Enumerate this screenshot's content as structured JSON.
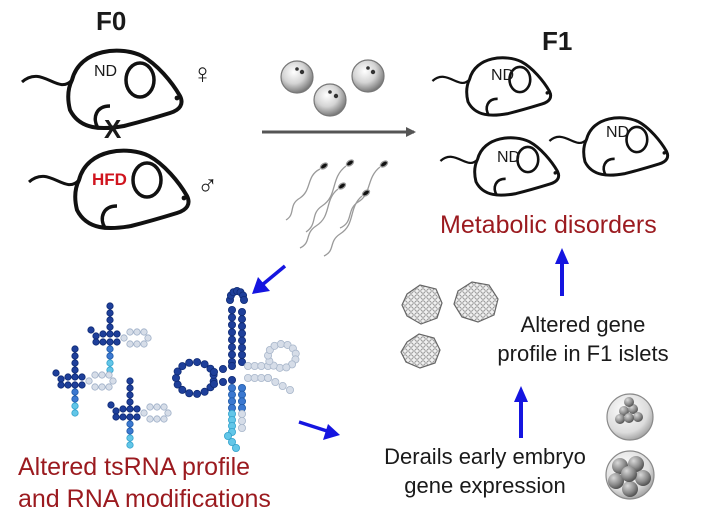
{
  "generations": {
    "parent": "F0",
    "offspring": "F1"
  },
  "cross_symbol": "X",
  "mice": {
    "female": {
      "diet": "ND",
      "sex_symbol": "♀"
    },
    "male": {
      "diet": "HFD",
      "sex_symbol": "♂"
    },
    "offspring": [
      "ND",
      "ND",
      "ND"
    ]
  },
  "outcome": "Metabolic disorders",
  "steps": {
    "tsrna": [
      "Altered tsRNA profile",
      "and RNA modifications"
    ],
    "embryo": [
      "Derails early embryo",
      "gene expression"
    ],
    "islets": [
      "Altered gene",
      "profile in F1 islets"
    ]
  },
  "colors": {
    "outcome_red": "#9b1a1f",
    "hfd_red": "#d0141e",
    "arrow_blue": "#1515e0",
    "rna_dark": "#1e3f9a",
    "rna_light": "#c9d3e2"
  },
  "icons": [
    "mouse-icon",
    "oocyte-icon",
    "sperm-icon",
    "trna-structure-icon",
    "islet-icon",
    "embryo-icon"
  ]
}
